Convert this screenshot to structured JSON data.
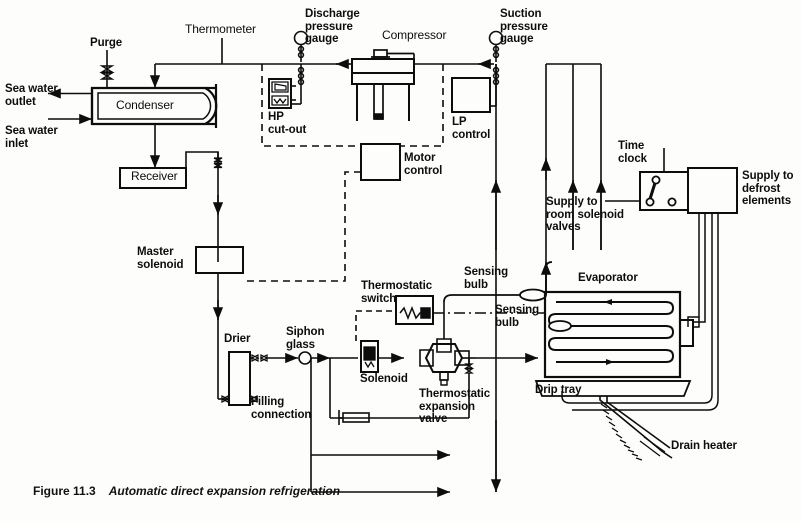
{
  "figure": {
    "number": "Figure 11.3",
    "title": "Automatic direct expansion refrigeration"
  },
  "colors": {
    "line": "#0d0d0d",
    "background": "#fdfdfc",
    "text": "#0d0d0d"
  },
  "labels": {
    "sea_water_outlet": "Sea water\noutlet",
    "sea_water_inlet": "Sea water\ninlet",
    "purge": "Purge",
    "condenser": "Condenser",
    "thermometer": "Thermometer",
    "discharge_pressure_gauge": "Discharge\npressure\ngauge",
    "compressor": "Compressor",
    "suction_pressure_gauge": "Suction\npressure\ngauge",
    "hp_cut_out": "HP\ncut-out",
    "lp_control": "LP\ncontrol",
    "motor_control": "Motor\ncontrol",
    "receiver": "Receiver",
    "master_solenoid": "Master\nsolenoid",
    "time_clock": "Time\nclock",
    "supply_to_defrost_elements": "Supply to\ndefrost\nelements",
    "supply_to_room_solenoid_valves": "Supply to\nroom solenoid\nvalves",
    "drier": "Drier",
    "siphon_glass": "Siphon\nglass",
    "filling_connection": "Filling\nconnection",
    "solenoid": "Solenoid",
    "thermostatic_switch": "Thermostatic\nswitch",
    "thermostatic_expansion_valve": "Thermostatic\nexpansion\nvalve",
    "sensing_bulb_upper": "Sensing\nbulb",
    "sensing_bulb_lower": "Sensing\nbulb",
    "evaporator": "Evaporator",
    "drip_tray": "Drip tray",
    "drain_heater": "Drain heater"
  },
  "diagram": {
    "type": "process-flow-schematic",
    "components": [
      {
        "name": "condenser",
        "label": "Condenser",
        "shape": "horizontal-vessel-rounded-right"
      },
      {
        "name": "receiver",
        "label": "Receiver",
        "shape": "rectangle"
      },
      {
        "name": "master-solenoid",
        "label": "Master solenoid",
        "shape": "rectangle"
      },
      {
        "name": "drier",
        "label": "Drier",
        "shape": "vertical-rectangle"
      },
      {
        "name": "siphon-glass",
        "label": "Siphon glass",
        "shape": "circle"
      },
      {
        "name": "solenoid-valve",
        "label": "Solenoid",
        "shape": "coil-valve"
      },
      {
        "name": "thermostatic-expansion-valve",
        "label": "Thermostatic expansion valve",
        "shape": "diamond-valve"
      },
      {
        "name": "evaporator",
        "label": "Evaporator",
        "shape": "serpentine-coil-box"
      },
      {
        "name": "drip-tray",
        "label": "Drip tray",
        "shape": "trapezoid"
      },
      {
        "name": "drain-heater",
        "label": "Drain heater",
        "shape": "hatched-strip"
      },
      {
        "name": "compressor",
        "label": "Compressor",
        "shape": "reciprocating-compressor"
      },
      {
        "name": "hp-cut-out",
        "label": "HP cut-out",
        "shape": "switch-box"
      },
      {
        "name": "lp-control",
        "label": "LP control",
        "shape": "rectangle"
      },
      {
        "name": "motor-control",
        "label": "Motor control",
        "shape": "rectangle"
      },
      {
        "name": "time-clock",
        "label": "Time clock",
        "shape": "switch-box"
      },
      {
        "name": "defrost-contactor",
        "label": "Supply to defrost elements",
        "shape": "rectangle"
      },
      {
        "name": "thermostatic-switch",
        "label": "Thermostatic switch",
        "shape": "contact-box"
      },
      {
        "name": "discharge-pressure-gauge",
        "label": "Discharge pressure gauge",
        "shape": "gauge"
      },
      {
        "name": "suction-pressure-gauge",
        "label": "Suction pressure gauge",
        "shape": "gauge"
      },
      {
        "name": "thermometer",
        "label": "Thermometer",
        "shape": "stem-line"
      },
      {
        "name": "purge-valve",
        "label": "Purge",
        "shape": "globe-valve"
      }
    ]
  }
}
